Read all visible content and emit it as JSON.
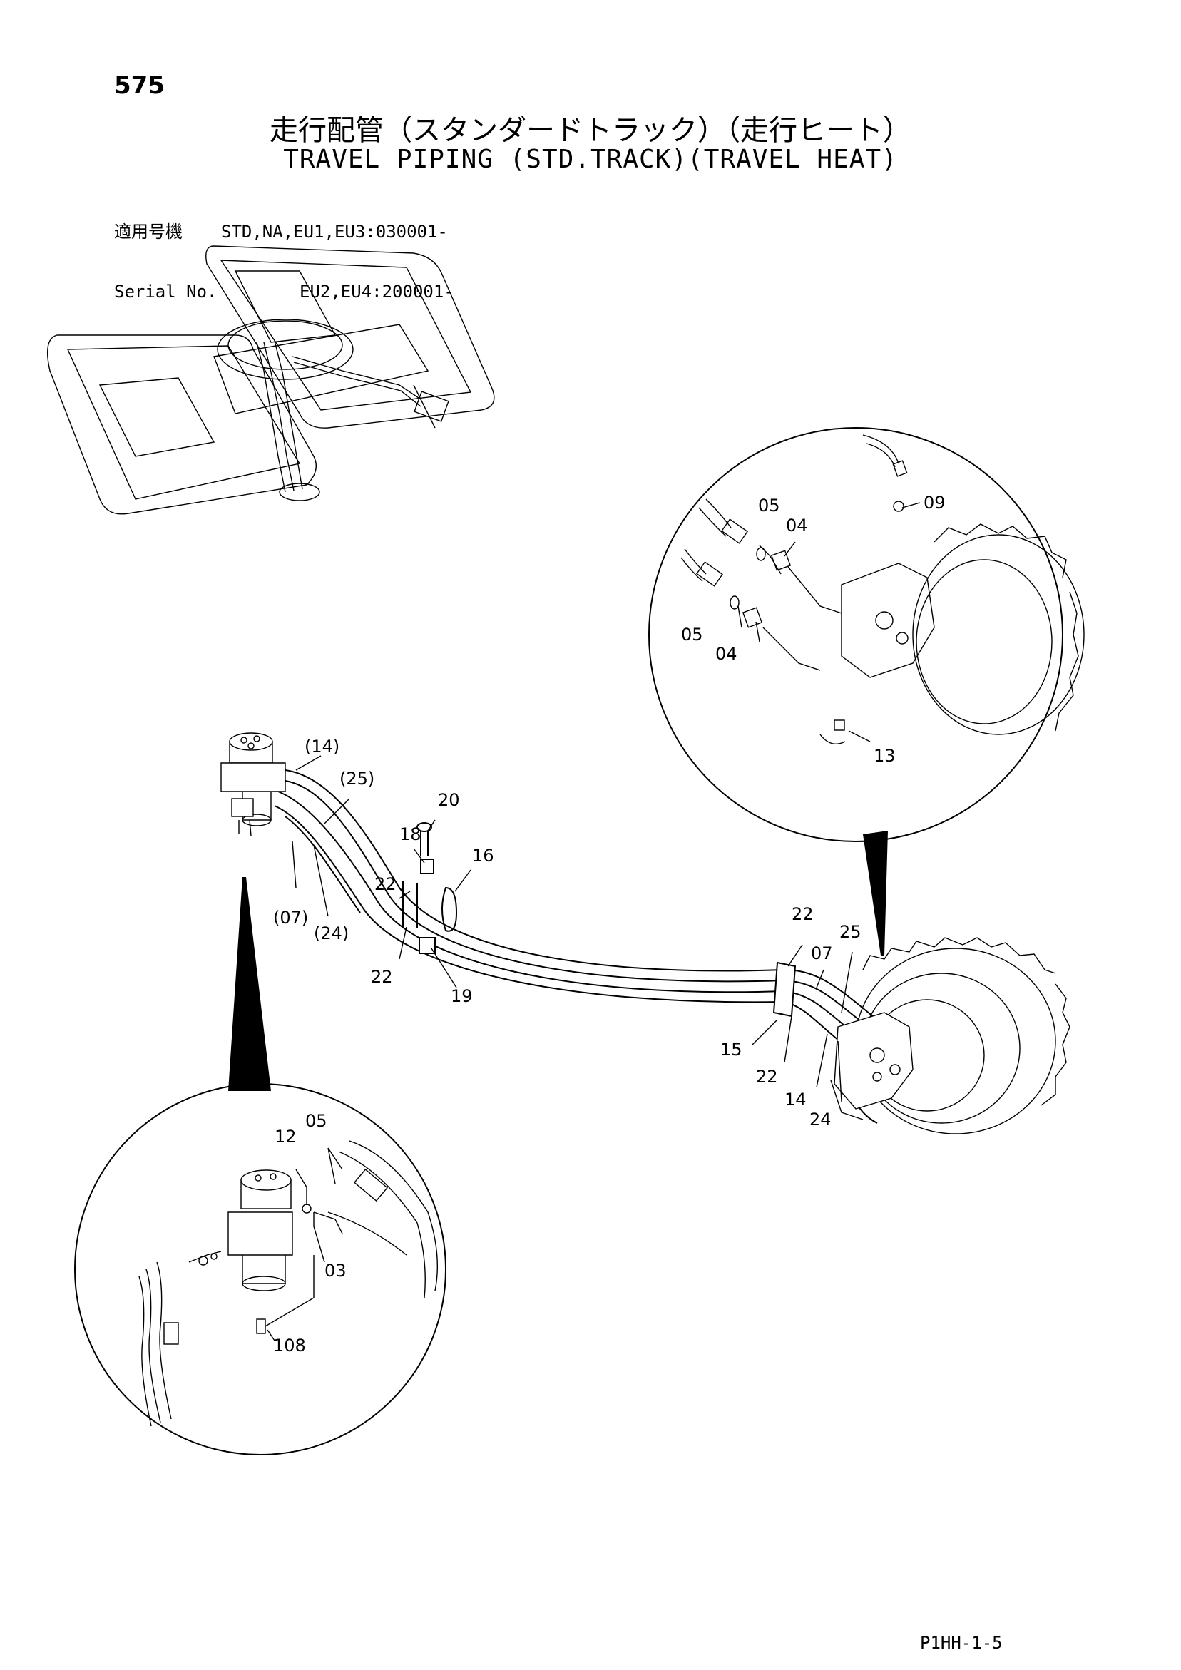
{
  "header": {
    "page_number": "575",
    "title_jp": "走行配管（スタンダードトラック）（走行ヒート）",
    "title_en": "TRAVEL PIPING (STD.TRACK)(TRAVEL HEAT)"
  },
  "serial": {
    "label_jp": "適用号機",
    "label_en": "Serial No.",
    "values_1": "STD,NA,EU1,EU3:030001-",
    "values_2": "EU2,EU4:200001-"
  },
  "callouts": {
    "c14p": "(14)",
    "c25p": "(25)",
    "c07p": "(07)",
    "c24p": "(24)",
    "c20": "20",
    "c18": "18",
    "c22a": "22",
    "c16": "16",
    "c22b": "22",
    "c19": "19",
    "c22c": "22",
    "c07": "07",
    "c25": "25",
    "c15": "15",
    "c22d": "22",
    "c14": "14",
    "c24": "24",
    "c09": "09",
    "c05a": "05",
    "c04a": "04",
    "c05b": "05",
    "c04b": "04",
    "c13": "13",
    "c12": "12",
    "c05c": "05",
    "c03": "03",
    "c108": "108"
  },
  "footer": {
    "code": "P1HH-1-5"
  }
}
